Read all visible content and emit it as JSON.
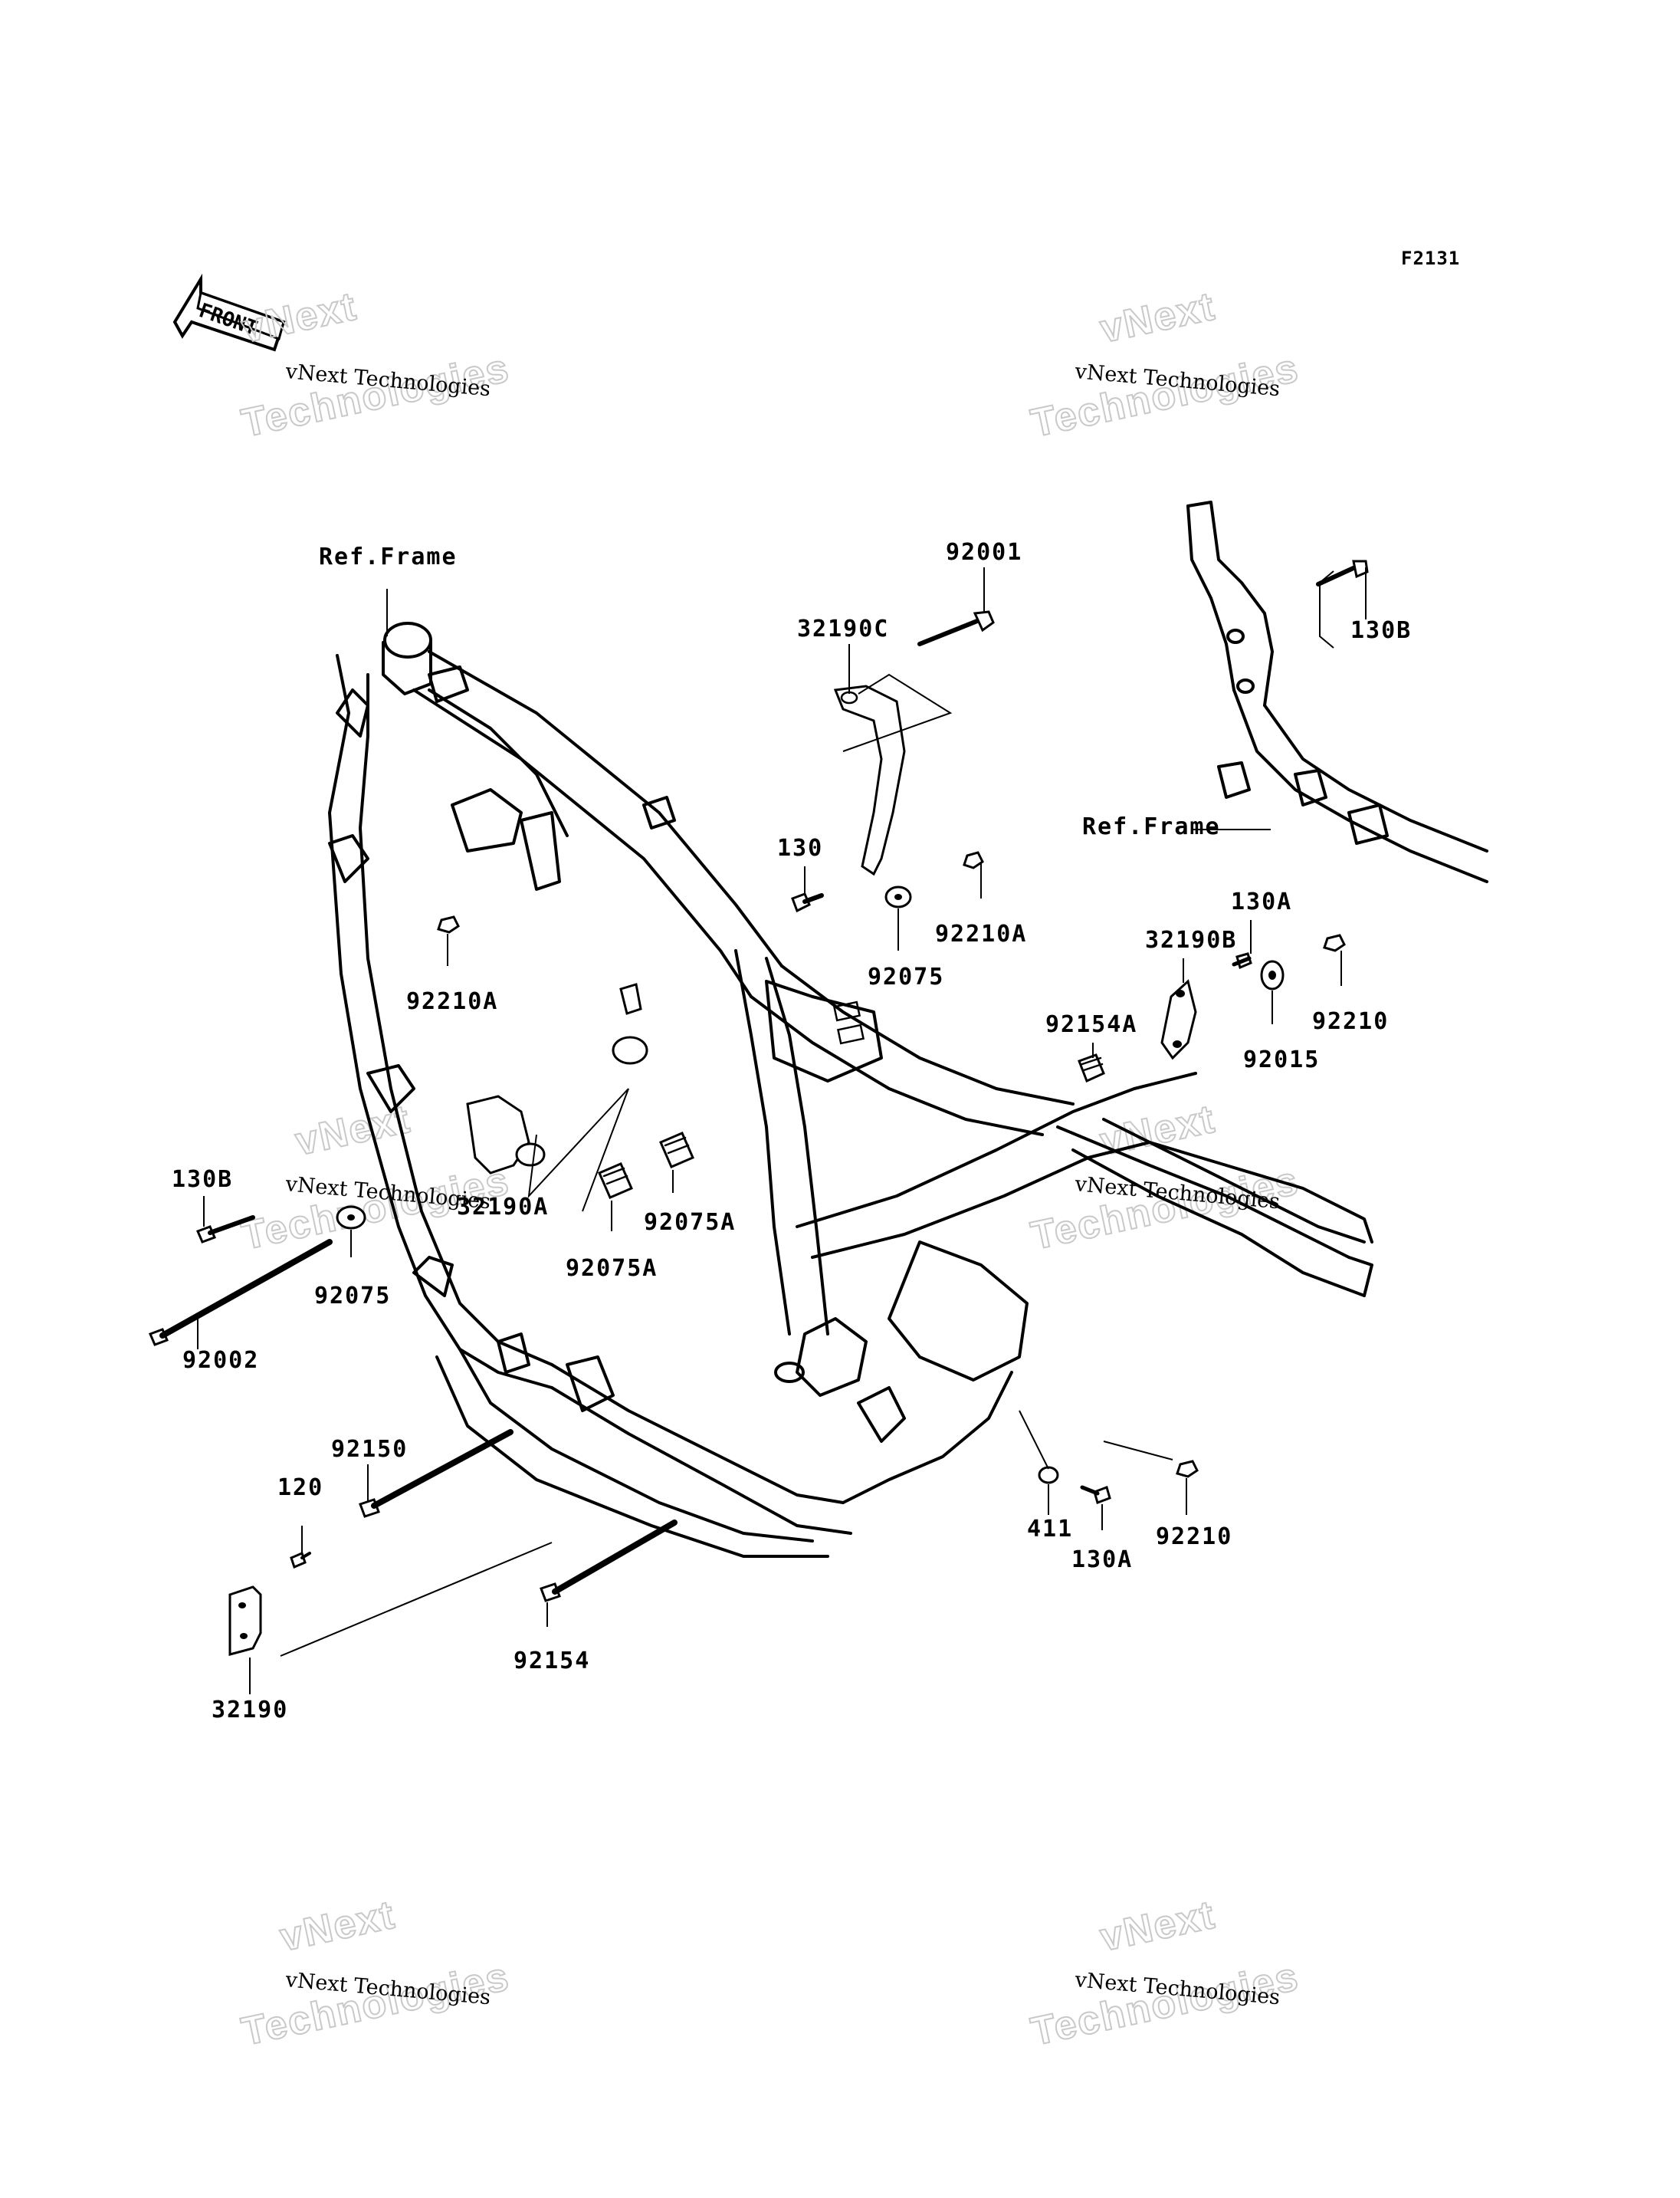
{
  "diagram_code": "F2131",
  "front_arrow": {
    "label": "FRONT",
    "icon": "front-direction-arrow-icon"
  },
  "watermarks": [
    {
      "line1": "vNext Technologies",
      "line2": "vNext",
      "line3": "Technologies"
    },
    {
      "line1": "vNext Technologies",
      "line2": "vNext",
      "line3": "Technologies"
    },
    {
      "line1": "vNext Technologies",
      "line2": "vNext",
      "line3": "Technologies"
    },
    {
      "line1": "vNext Technologies",
      "line2": "vNext",
      "line3": "Technologies"
    },
    {
      "line1": "vNext Technologies",
      "line2": "vNext",
      "line3": "Technologies"
    },
    {
      "line1": "vNext Technologies",
      "line2": "vNext",
      "line3": "Technologies"
    }
  ],
  "parts": {
    "ref_frame_front": "Ref.Frame",
    "ref_frame_rear": "Ref.Frame",
    "p92001": "92001",
    "p32190C": "32190C",
    "p130B_top": "130B",
    "p130": "130",
    "p92210A_mid": "92210A",
    "p92075_mid": "92075",
    "p130A_top": "130A",
    "p32190B": "32190B",
    "p92210_top": "92210",
    "p92154A": "92154A",
    "p92015": "92015",
    "p92210A_left": "92210A",
    "p130B_left": "130B",
    "p32190A": "32190A",
    "p92075A_right": "92075A",
    "p92075A_left": "92075A",
    "p92075_left": "92075",
    "p92002": "92002",
    "p92150": "92150",
    "p120": "120",
    "p32190": "32190",
    "p92154": "92154",
    "p411": "411",
    "p130A_bottom": "130A",
    "p92210_bottom": "92210"
  }
}
